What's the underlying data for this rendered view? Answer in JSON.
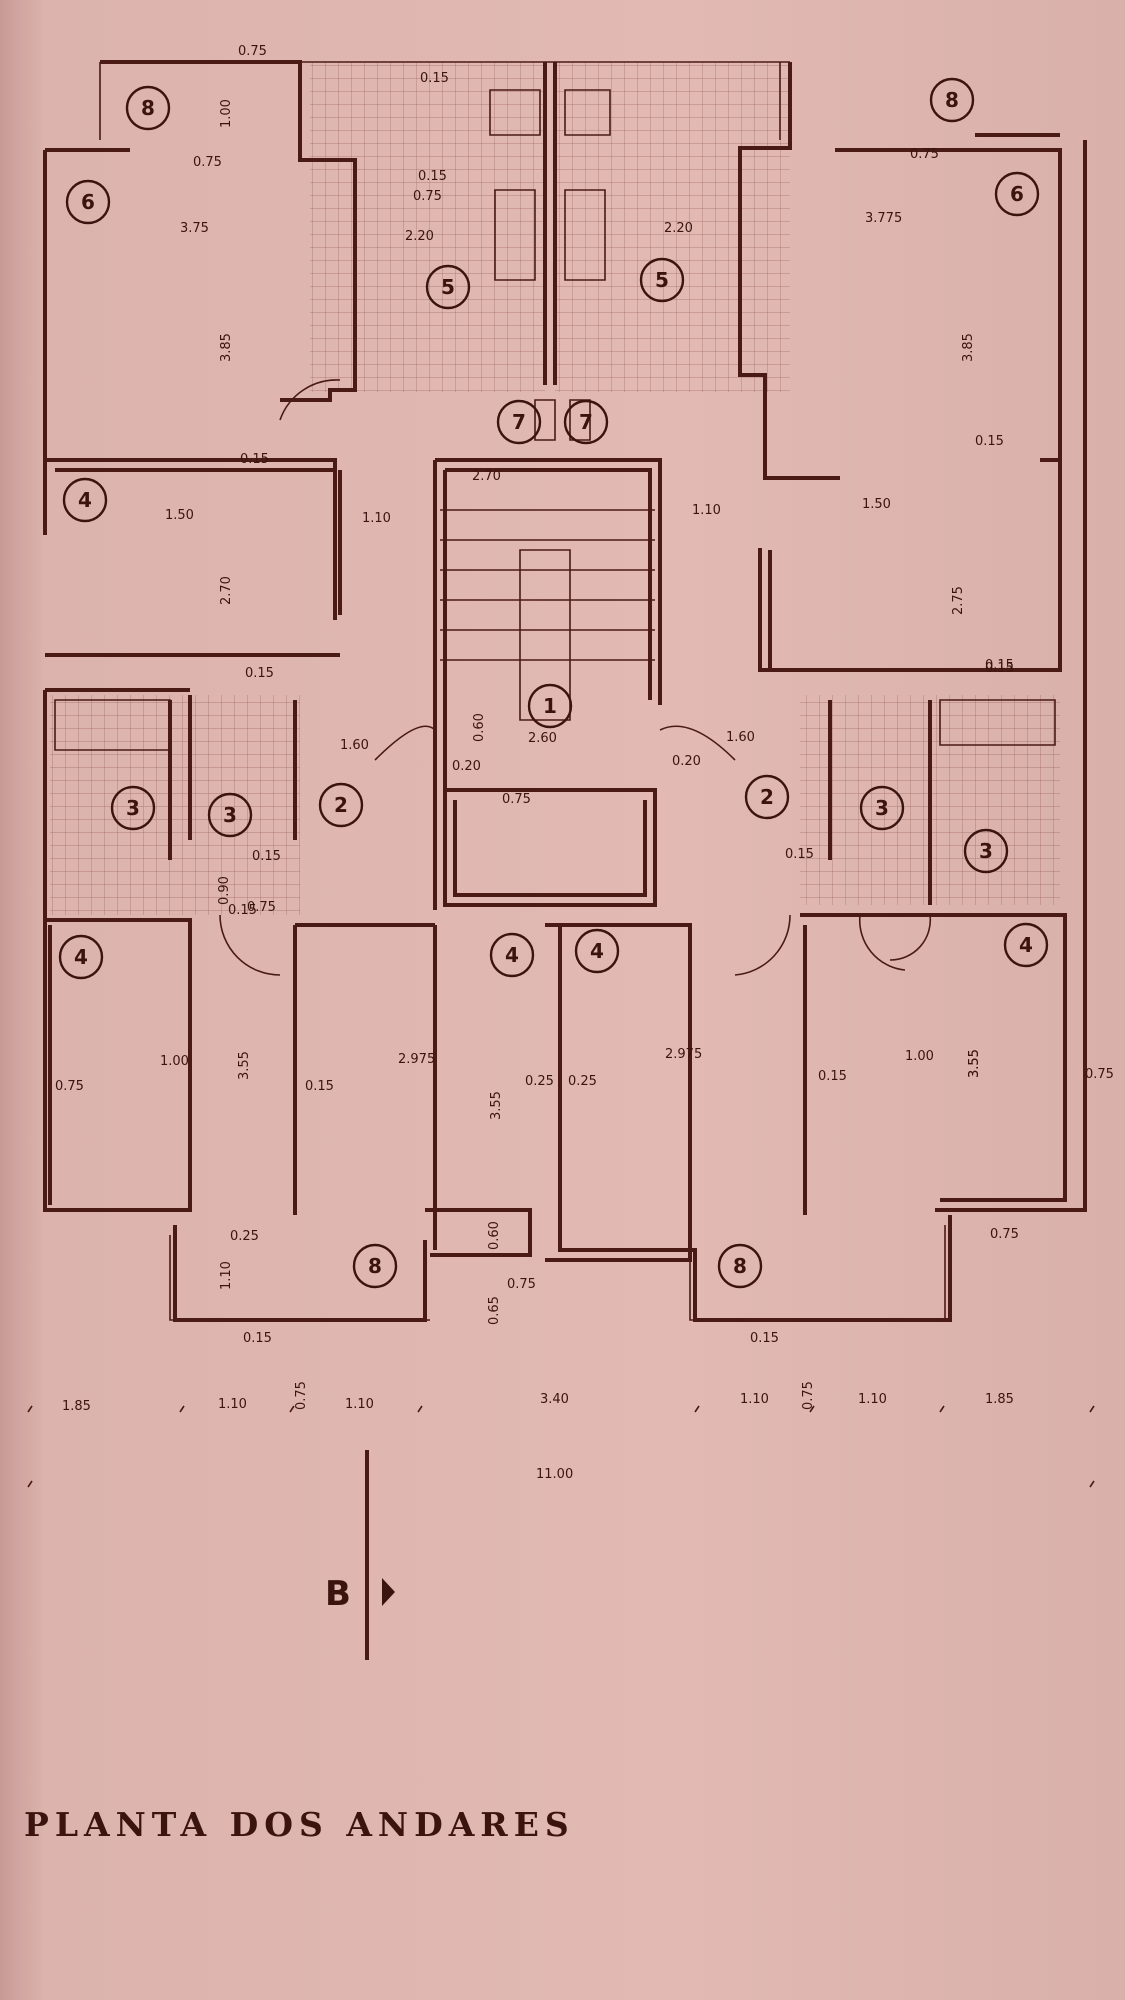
{
  "title": "PLANTA DOS ANDARES",
  "section_marker": "B",
  "room_labels": [
    {
      "id": "r8-tl",
      "text": "8"
    },
    {
      "id": "r8-tr",
      "text": "8"
    },
    {
      "id": "r6-l",
      "text": "6"
    },
    {
      "id": "r6-r",
      "text": "6"
    },
    {
      "id": "r5-l",
      "text": "5"
    },
    {
      "id": "r5-r",
      "text": "5"
    },
    {
      "id": "r7-l",
      "text": "7"
    },
    {
      "id": "r7-r",
      "text": "7"
    },
    {
      "id": "r4-ml",
      "text": "4"
    },
    {
      "id": "r1",
      "text": "1"
    },
    {
      "id": "r3-l",
      "text": "3"
    },
    {
      "id": "r3-l2",
      "text": "3"
    },
    {
      "id": "r3-r",
      "text": "3"
    },
    {
      "id": "r3-r2",
      "text": "3"
    },
    {
      "id": "r2-l",
      "text": "2"
    },
    {
      "id": "r2-r",
      "text": "2"
    },
    {
      "id": "r4-bl1",
      "text": "4"
    },
    {
      "id": "r4-bl2",
      "text": "4"
    },
    {
      "id": "r4-br1",
      "text": "4"
    },
    {
      "id": "r4-br2",
      "text": "4"
    },
    {
      "id": "r8-bl",
      "text": "8"
    },
    {
      "id": "r8-br",
      "text": "8"
    }
  ],
  "dimensions": [
    "0.75",
    "1.00",
    "0.75",
    "0.75",
    "3.75",
    "3.85",
    "3.775",
    "3.85",
    "2.20",
    "2.20",
    "0.15",
    "0.15",
    "0.75",
    "0.15",
    "1.50",
    "2.70",
    "1.10",
    "2.70",
    "1.10",
    "1.50",
    "2.75",
    "0.15",
    "0.15",
    "1.60",
    "1.60",
    "0.60",
    "2.60",
    "0.20",
    "0.20",
    "0.75",
    "0.15",
    "1.00",
    "3.55",
    "2.975",
    "2.975",
    "3.55",
    "3.55",
    "1.00",
    "3.55",
    "0.75",
    "0.15",
    "0.25",
    "0.15",
    "0.75",
    "0.75",
    "0.25",
    "0.60",
    "1.10",
    "0.65",
    "0.75",
    "0.15",
    "0.15",
    "0.25",
    "1.85",
    "1.10",
    "0.75",
    "1.10",
    "3.40",
    "1.10",
    "0.75",
    "1.10",
    "1.85",
    "11.00",
    "0.90",
    "0.75",
    "0.15",
    "0.15",
    "0.15",
    "0.15"
  ]
}
